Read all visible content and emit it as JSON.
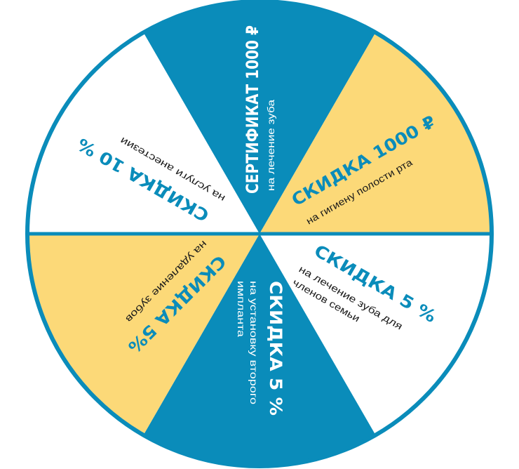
{
  "colors": {
    "blue": "#0a8cba",
    "yellow": "#fcd978",
    "white": "#ffffff",
    "dark": "#1a1a1a"
  },
  "wheel": {
    "segments": [
      {
        "title": "СЕРТИФИКАТ 1000 ₽",
        "lines": [
          "на лечение зуба"
        ],
        "fill": "blue"
      },
      {
        "title": "СКИДКА 1000 ₽",
        "lines": [
          "на гигиену полости рта"
        ],
        "fill": "yellow"
      },
      {
        "title": "СКИДКА 5 %",
        "lines": [
          "на лечение зуба для",
          "членов семьи"
        ],
        "fill": "white"
      },
      {
        "title": "СКИДКА 5 %",
        "lines": [
          "на установку второго",
          "импланта"
        ],
        "fill": "blue"
      },
      {
        "title": "СКИДКА 5%",
        "lines": [
          "на удаление зубов"
        ],
        "fill": "yellow"
      },
      {
        "title": "СКИДКА 10 %",
        "lines": [
          "на услуги анестезии"
        ],
        "fill": "white"
      }
    ]
  }
}
